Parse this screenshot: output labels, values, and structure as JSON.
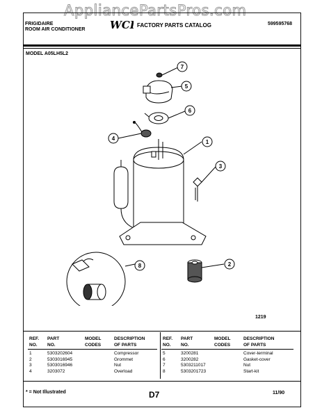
{
  "watermark": "AppliancePartsPros.com",
  "header": {
    "brand_line1": "FRIGIDAIRE",
    "brand_line2": "ROOM AIR CONDITIONER",
    "catalog_title": "FACTORY PARTS CATALOG",
    "document_number": "599595768"
  },
  "model_label": "MODEL  A05LH5L2",
  "figure_number": "1219",
  "callouts": [
    "7",
    "5",
    "6",
    "4",
    "1",
    "3",
    "8",
    "2"
  ],
  "table_headers": {
    "ref_no": [
      "REF.",
      "NO."
    ],
    "part_no": [
      "PART",
      "NO."
    ],
    "model_codes": [
      "MODEL",
      "CODES"
    ],
    "description": [
      "DESCRIPTION",
      "OF PARTS"
    ]
  },
  "parts_left": [
    {
      "ref": "1",
      "part": "5303202604",
      "model": "",
      "desc": "Compressor"
    },
    {
      "ref": "2",
      "part": "5303016945",
      "model": "",
      "desc": "Grommet"
    },
    {
      "ref": "3",
      "part": "5303016946",
      "model": "",
      "desc": "Nut"
    },
    {
      "ref": "4",
      "part": "3203072",
      "model": "",
      "desc": "Overload"
    }
  ],
  "parts_right": [
    {
      "ref": "5",
      "part": "3200281",
      "model": "",
      "desc": "Cover-terminal"
    },
    {
      "ref": "6",
      "part": "3200282",
      "model": "",
      "desc": "Gasket-cover"
    },
    {
      "ref": "7",
      "part": "5303211017",
      "model": "",
      "desc": "Nut"
    },
    {
      "ref": "8",
      "part": "5303201723",
      "model": "",
      "desc": "Start-kit"
    }
  ],
  "footer": {
    "note": "* = Not Illustrated",
    "page": "D7",
    "date": "11/90"
  }
}
